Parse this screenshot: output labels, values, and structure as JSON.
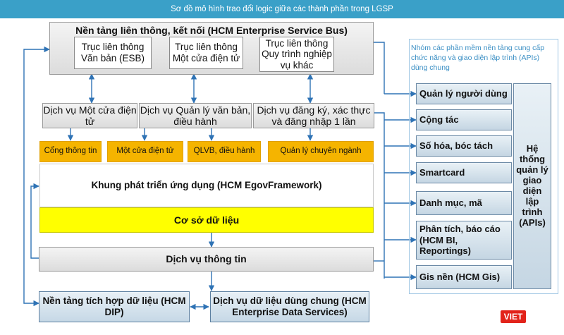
{
  "title": "Sơ đồ mô hình trao đổi logic giữa các thành phần trong LGSP",
  "esb": {
    "title": "Nền tảng liên thông, kết nối (HCM Enterprise Service Bus)",
    "axis1": "Trục liên thông Văn bản (ESB)",
    "axis2": "Trục liên thông Một cửa điện tử",
    "axis3": "Trục liên thông Quy trình nghiệp vụ khác"
  },
  "services": {
    "s1": "Dịch vụ Một cửa điện tử",
    "s2": "Dịch vụ Quản lý văn bản, điều hành",
    "s3": "Dịch vụ đăng ký, xác thực và đăng nhập 1 lần"
  },
  "portals": {
    "p1": "Cổng thông tin",
    "p2": "Một cửa điện tử",
    "p3": "QLVB, điều hành",
    "p4": "Quản lý chuyên ngành"
  },
  "framework": "Khung phát triển ứng dụng (HCM EgovFramework)",
  "database": "Cơ sở dữ liệu",
  "info_service": "Dịch vụ thông tin",
  "dip": "Nền tảng tích hợp dữ liệu (HCM DIP)",
  "eds": "Dịch vụ dữ liệu dùng chung (HCM Enterprise Data Services)",
  "note": "Nhóm các phần mềm nền tảng cung cấp chức năng và giao diện lập trình (APIs) dùng chung",
  "api_items": [
    "Quản lý người dùng",
    "Cộng tác",
    "Số hóa, bóc tách",
    "Smartcard",
    "Danh mục, mã",
    "Phân tích, báo cáo (HCM BI, Reportings)",
    "Gis nền (HCM Gis)"
  ],
  "api_system": "Hệ thống quản lý giao diện lập trình (APIs)",
  "logo": "VIET"
}
